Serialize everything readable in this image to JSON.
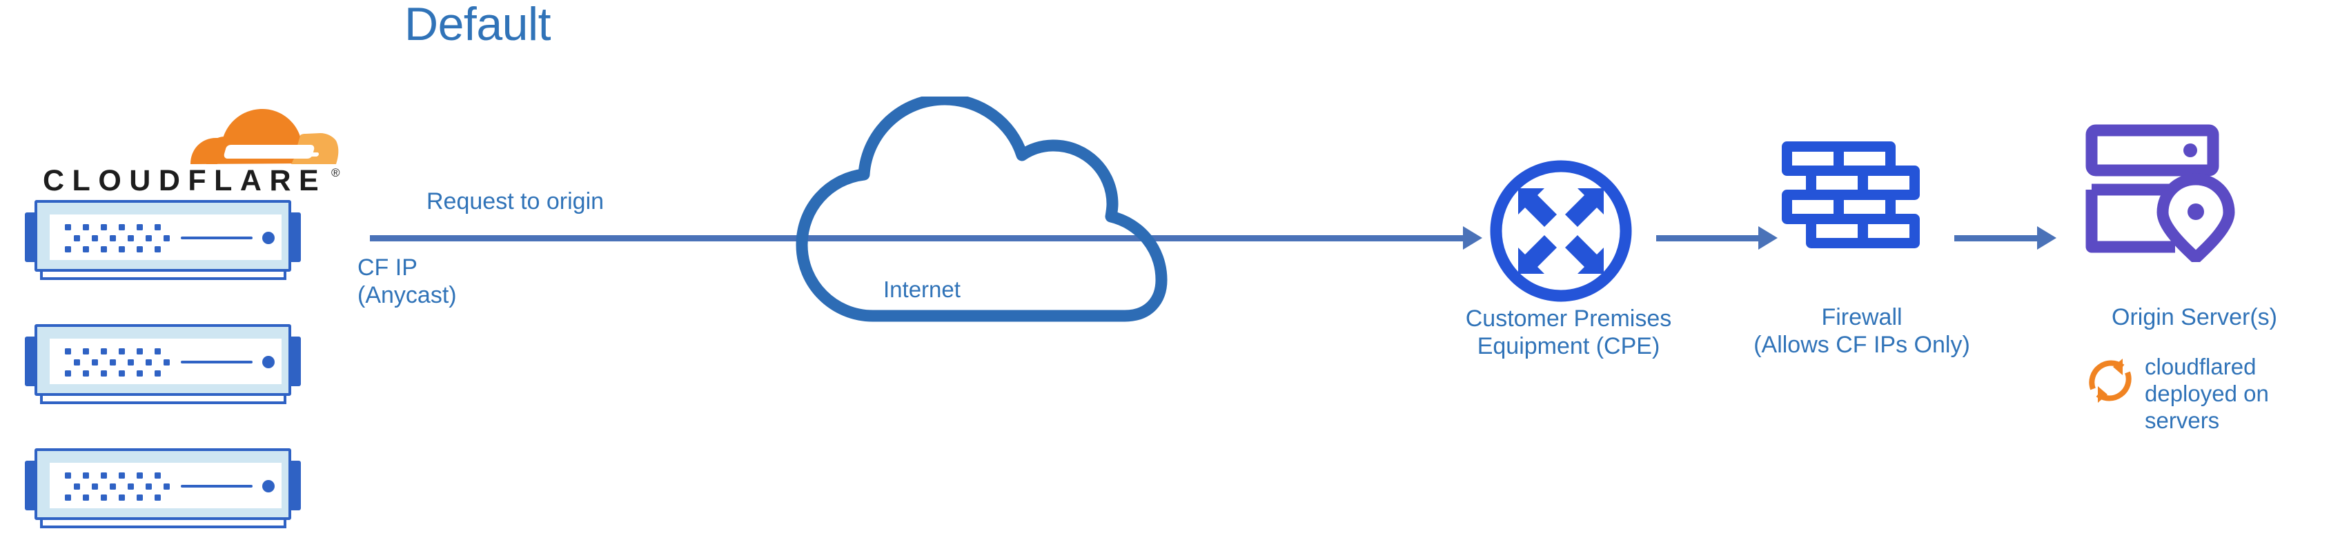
{
  "diagram": {
    "title": "Default",
    "type": "network-flow-diagram"
  },
  "colors": {
    "title_blue": "#3073b8",
    "label_blue": "#3073b8",
    "arrow_blue": "#4a72b8",
    "cloud_stroke_blue": "#2d6cb5",
    "node_blue": "#2f62c4",
    "firewall_blue": "#2454d8",
    "origin_purple": "#5b4bc4",
    "cloudflared_orange": "#f08322",
    "logo_orange_dark": "#f08322",
    "logo_orange_light": "#f6ad4f",
    "server_inner": "#cfe6f2",
    "wordmark_black": "#1d1d1d",
    "background": "#ffffff"
  },
  "logo": {
    "name": "cloudflare-logo",
    "wordmark": "CLOUDFLARE",
    "registered_mark": "®",
    "cloud_icon": "cloudflare-cloud-icon"
  },
  "server_stack": {
    "name": "cloudflare-edge-server-stack",
    "count": 3,
    "items": [
      {
        "id": "edge-server-1"
      },
      {
        "id": "edge-server-2"
      },
      {
        "id": "edge-server-3"
      }
    ]
  },
  "labels": {
    "request_to_origin": "Request to origin",
    "cf_ip_line1": "CF IP",
    "cf_ip_line2": "(Anycast)",
    "internet": "Internet",
    "cpe_line1": "Customer Premises",
    "cpe_line2": "Equipment (CPE)",
    "firewall_line1": "Firewall",
    "firewall_line2": "(Allows CF IPs Only)",
    "origin_server": "Origin Server(s)",
    "cloudflared_line1": "cloudflared",
    "cloudflared_line2": "deployed on",
    "cloudflared_line3": "servers"
  },
  "nodes": [
    {
      "id": "cloudflare-edge",
      "label": "CLOUDFLARE",
      "icon": "server-stack-icon"
    },
    {
      "id": "internet",
      "label": "Internet",
      "icon": "cloud-outline-icon"
    },
    {
      "id": "cpe",
      "label": "Customer Premises Equipment (CPE)",
      "icon": "router-arrows-icon"
    },
    {
      "id": "firewall",
      "label": "Firewall (Allows CF IPs Only)",
      "icon": "brick-wall-icon"
    },
    {
      "id": "origin",
      "label": "Origin Server(s)",
      "icon": "server-location-pin-icon"
    }
  ],
  "edges": [
    {
      "id": "edge-to-cpe",
      "from": "cloudflare-edge",
      "to": "cpe",
      "label": "Request to origin",
      "sublabel": "CF IP (Anycast)"
    },
    {
      "id": "cpe-to-firewall",
      "from": "cpe",
      "to": "firewall",
      "label": ""
    },
    {
      "id": "firewall-to-origin",
      "from": "firewall",
      "to": "origin",
      "label": ""
    }
  ],
  "annotations": [
    {
      "id": "cloudflared-note",
      "icon": "refresh-cycle-icon",
      "text": "cloudflared deployed on servers"
    }
  ]
}
